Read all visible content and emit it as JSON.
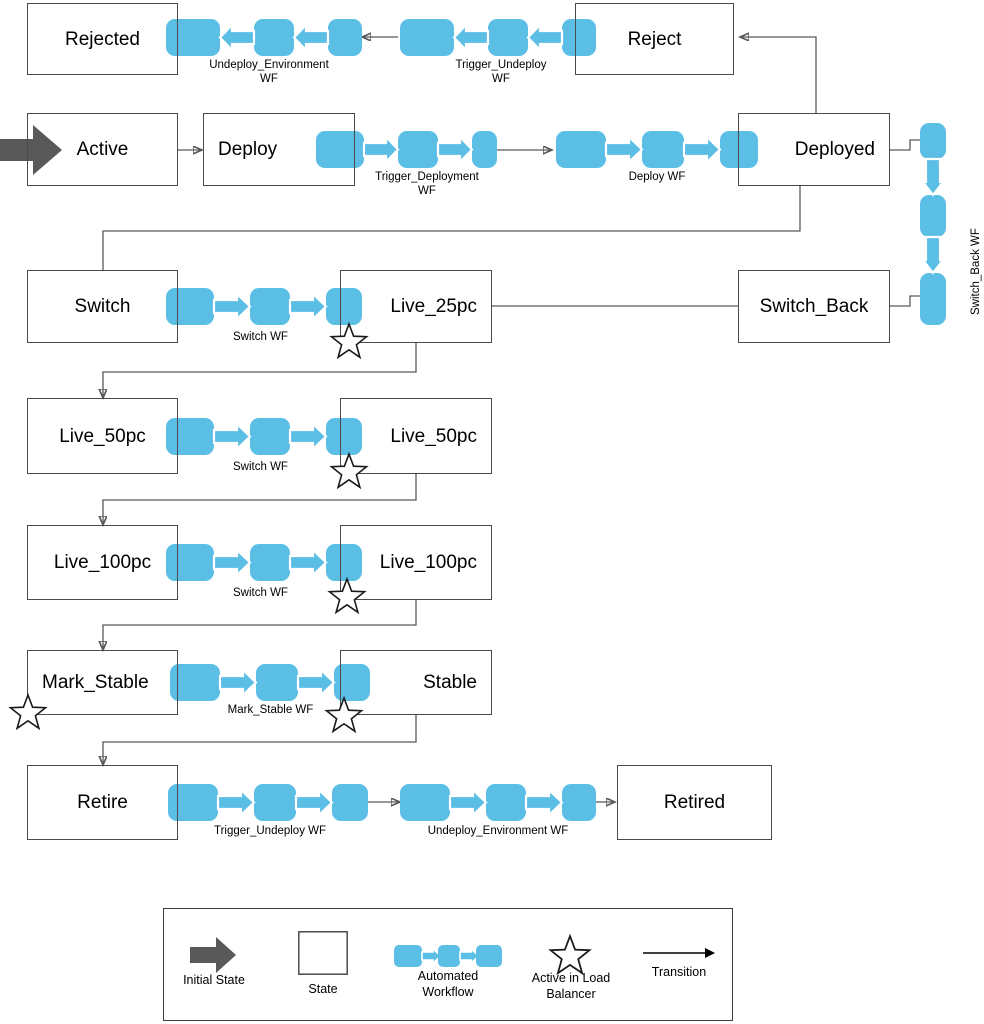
{
  "diagram": {
    "title": "Deployment lifecycle state machine",
    "colors": {
      "workflow_blue": "#5BBEE5",
      "box_border": "#4a4a4a",
      "line": "#595959",
      "initial_arrow": "#595959",
      "star_stroke": "#1a1a1a"
    }
  },
  "states": {
    "rejected": {
      "label": "Rejected"
    },
    "reject": {
      "label": "Reject"
    },
    "active": {
      "label": "Active"
    },
    "deploy": {
      "label": "Deploy"
    },
    "deployed": {
      "label": "Deployed"
    },
    "switch": {
      "label": "Switch"
    },
    "live_25pc": {
      "label": "Live_25pc"
    },
    "switch_back": {
      "label": "Switch_Back"
    },
    "live_50pc_l": {
      "label": "Live_50pc"
    },
    "live_50pc_r": {
      "label": "Live_50pc"
    },
    "live_100pc_l": {
      "label": "Live_100pc"
    },
    "live_100pc_r": {
      "label": "Live_100pc"
    },
    "mark_stable": {
      "label": "Mark_Stable"
    },
    "stable": {
      "label": "Stable"
    },
    "retire": {
      "label": "Retire"
    },
    "retired": {
      "label": "Retired"
    }
  },
  "workflows": {
    "undeploy_environment_top": {
      "label": "Undeploy_Environment\nWF",
      "direction": "left",
      "segments": 3
    },
    "trigger_undeploy_top": {
      "label": "Trigger_Undeploy\nWF",
      "direction": "left",
      "segments": 3
    },
    "trigger_deployment": {
      "label": "Trigger_Deployment\nWF",
      "direction": "right",
      "segments": 3
    },
    "deploy_wf": {
      "label": "Deploy WF",
      "direction": "right",
      "segments": 3
    },
    "switch_back_wf": {
      "label": "Switch_Back WF",
      "direction": "up",
      "segments": 3
    },
    "switch_wf_25": {
      "label": "Switch WF",
      "direction": "right",
      "segments": 3
    },
    "switch_wf_50": {
      "label": "Switch WF",
      "direction": "right",
      "segments": 3
    },
    "switch_wf_100": {
      "label": "Switch WF",
      "direction": "right",
      "segments": 3
    },
    "mark_stable_wf": {
      "label": "Mark_Stable WF",
      "direction": "right",
      "segments": 3
    },
    "trigger_undeploy_retire": {
      "label": "Trigger_Undeploy WF",
      "direction": "right",
      "segments": 3
    },
    "undeploy_environment_retire": {
      "label": "Undeploy_Environment WF",
      "direction": "right",
      "segments": 3
    }
  },
  "legend": {
    "items": [
      {
        "glyph": "initial-state-arrow-icon",
        "label": "Initial State"
      },
      {
        "glyph": "state-box-icon",
        "label": "State"
      },
      {
        "glyph": "automated-workflow-icon",
        "label": "Automated\nWorkflow"
      },
      {
        "glyph": "star-icon",
        "label": "Active in Load\nBalancer"
      },
      {
        "glyph": "transition-arrow-icon",
        "label": "Transition"
      }
    ]
  }
}
